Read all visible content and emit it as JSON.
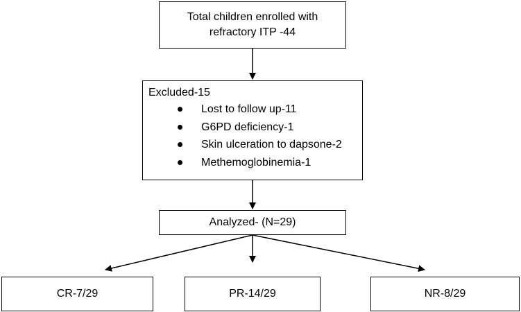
{
  "total": {
    "line1": "Total children enrolled with",
    "line2": "refractory ITP -44"
  },
  "excluded": {
    "title": "Excluded-15",
    "items": [
      {
        "label": "Lost to follow up-11"
      },
      {
        "label": "G6PD deficiency-1"
      },
      {
        "label": "Skin ulceration to dapsone-2"
      },
      {
        "label": "Methemoglobinemia-1"
      }
    ]
  },
  "analyzed": {
    "label": "Analyzed- (N=29)"
  },
  "outcomes": {
    "cr": "CR-7/29",
    "pr": "PR-14/29",
    "nr": "NR-8/29"
  }
}
